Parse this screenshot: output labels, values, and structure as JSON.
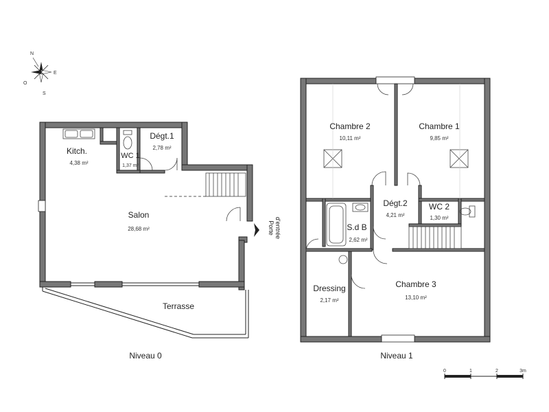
{
  "compass": {
    "n": "N",
    "e": "E",
    "s": "S",
    "o": "O"
  },
  "niveau0": {
    "label": "Niveau 0",
    "rooms": [
      {
        "name": "Kitch.",
        "area": "4,38 m²"
      },
      {
        "name": "WC 1",
        "area": "1,37 m²"
      },
      {
        "name": "Dégt.1",
        "area": "2,78 m²"
      },
      {
        "name": "Salon",
        "area": "28,68 m²"
      },
      {
        "name": "Terrasse",
        "area": ""
      }
    ],
    "entrance": {
      "line1": "Porte",
      "line2": "d'entrée"
    }
  },
  "niveau1": {
    "label": "Niveau 1",
    "rooms": [
      {
        "name": "Chambre 2",
        "area": "10,11 m²"
      },
      {
        "name": "Chambre 1",
        "area": "9,85 m²"
      },
      {
        "name": "Dégt.2",
        "area": "4,21 m²"
      },
      {
        "name": "WC 2",
        "area": "1,30 m²"
      },
      {
        "name": "S.d B",
        "area": "2,62 m²"
      },
      {
        "name": "Dressing",
        "area": "2,17 m²"
      },
      {
        "name": "Chambre 3",
        "area": "13,10 m²"
      }
    ]
  },
  "scale": {
    "ticks": [
      "0",
      "1",
      "2",
      "3m"
    ]
  }
}
